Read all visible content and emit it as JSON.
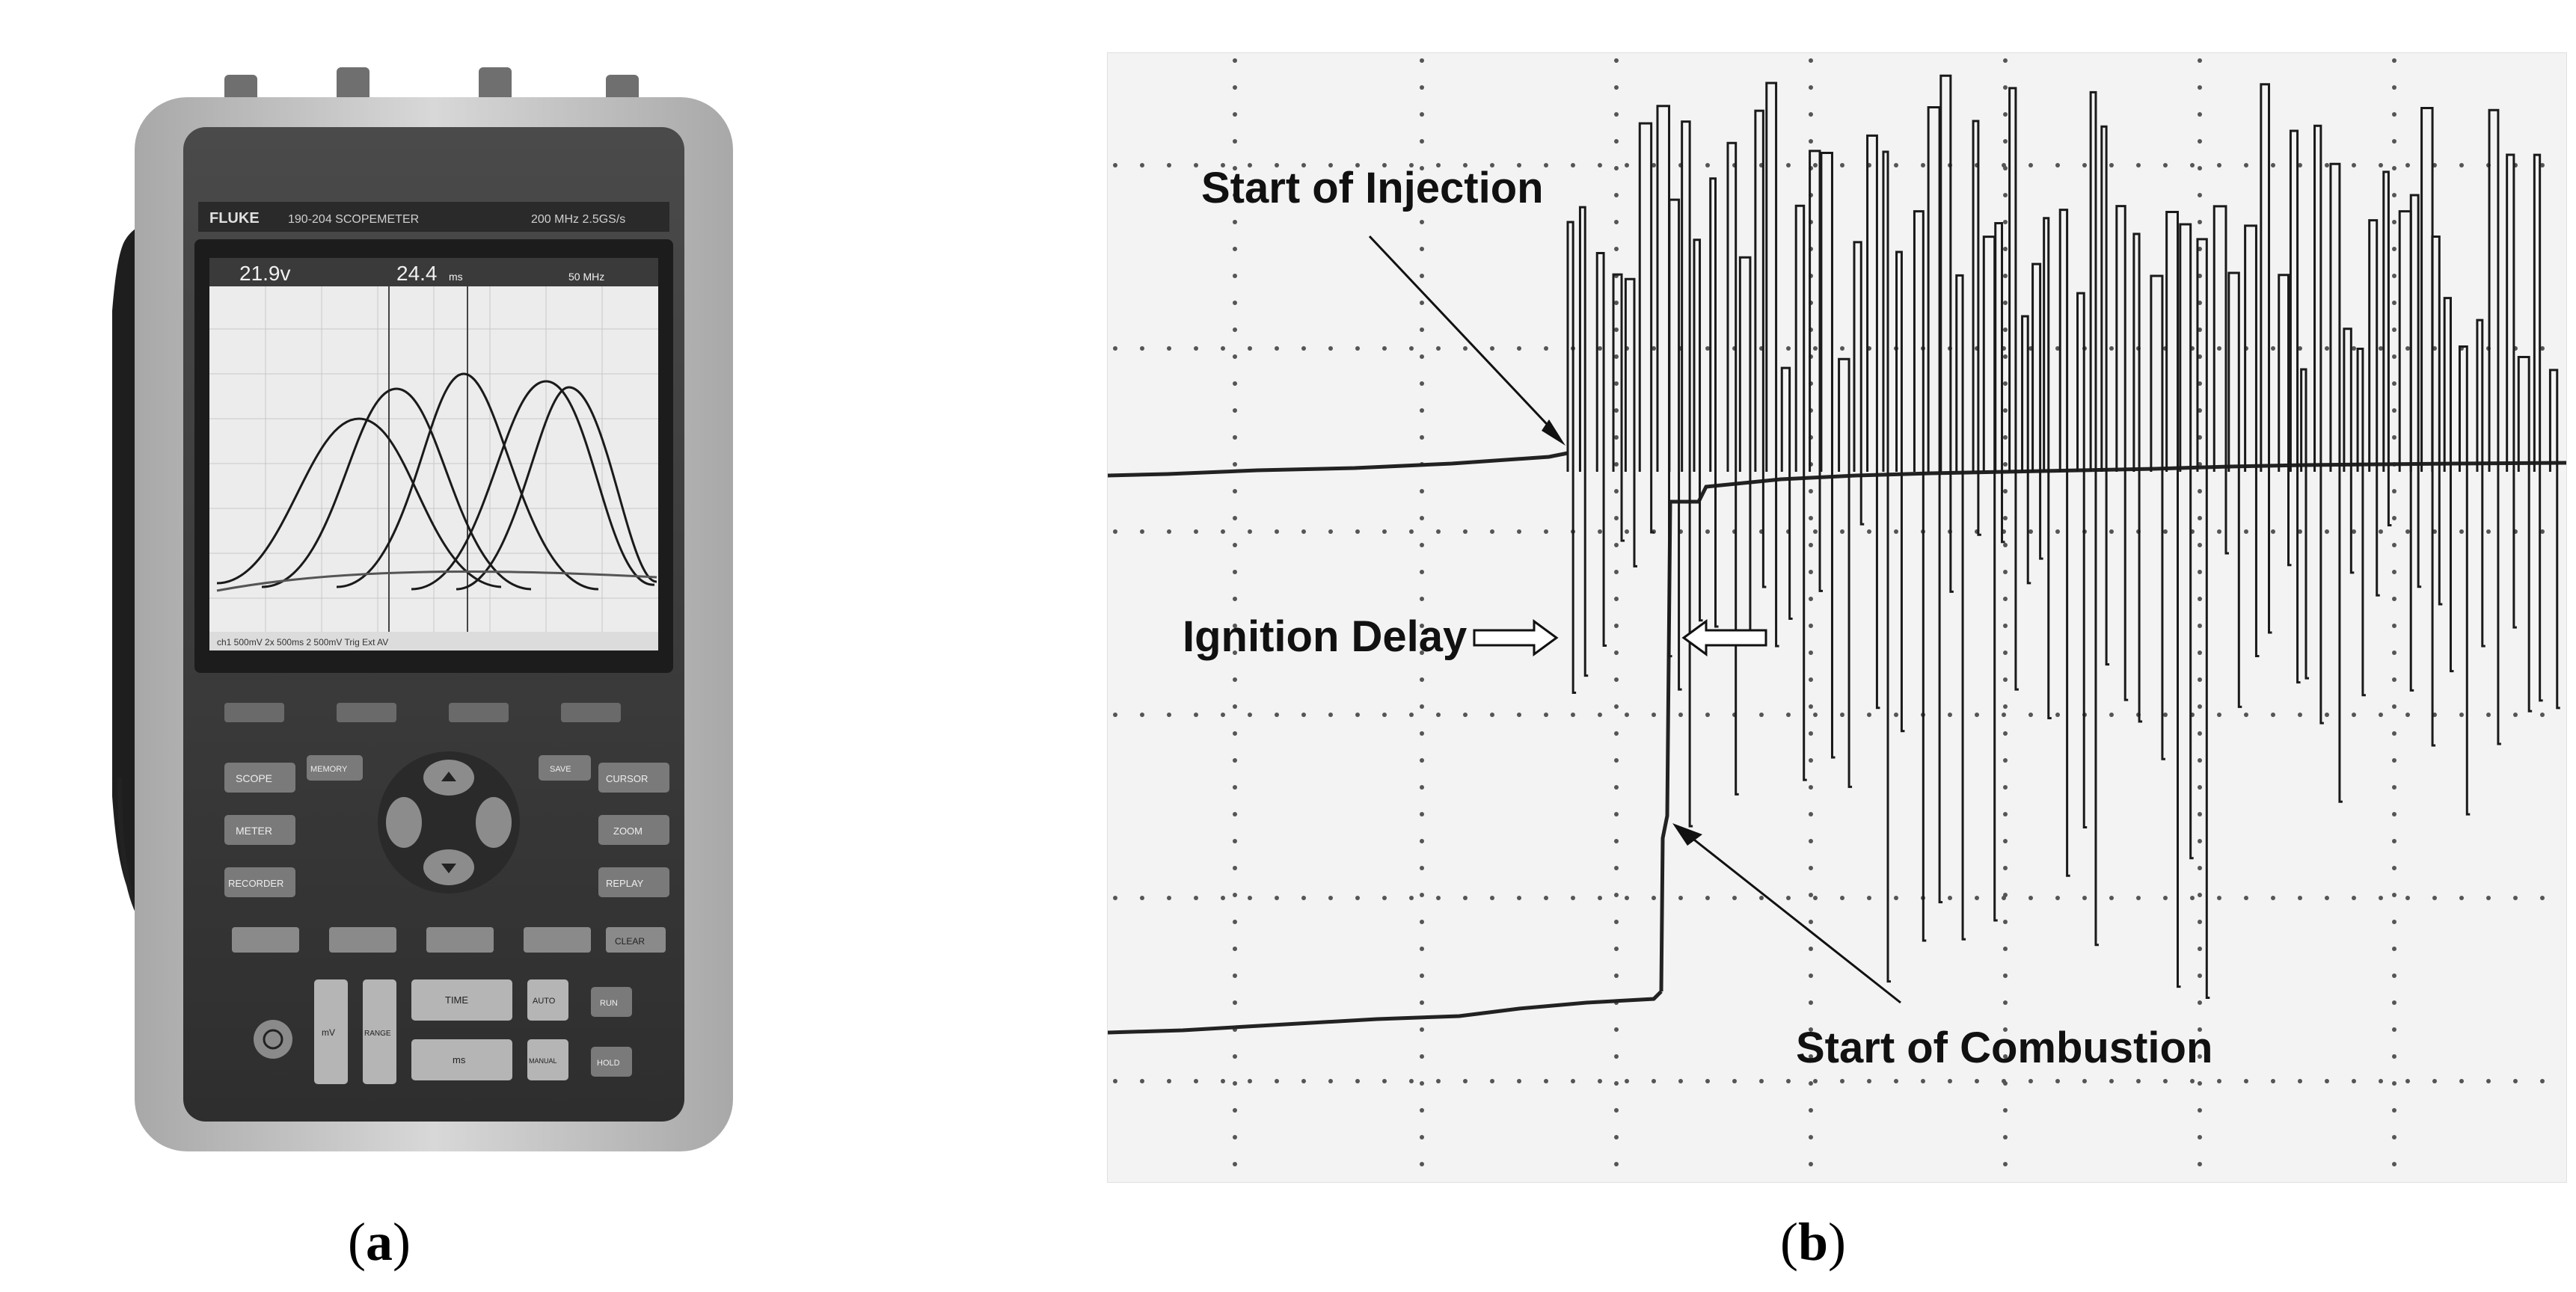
{
  "figure": {
    "panel_a": {
      "caption_open": "(",
      "caption_letter": "a",
      "caption_close": ")",
      "device_brand": "FLUKE",
      "device_model": "190-204 SCOPEMETER",
      "device_spec": "200 MHz 2.5GS/s",
      "screen_readout_1": "21.9v",
      "screen_readout_2": "24.4",
      "screen_readout_2_unit": "ms",
      "screen_readout_3": "50 MHz",
      "screen_footer": "ch1 500mV  2x 500ms  2 500mV  Trig  Ext  AV",
      "keys": {
        "scope": "SCOPE",
        "meter": "METER",
        "recorder": "RECORDER",
        "cursor": "CURSOR",
        "zoom": "ZOOM",
        "replay": "REPLAY",
        "memory": "MEMORY",
        "save": "SAVE",
        "clear": "CLEAR",
        "auto": "AUTO",
        "manual": "MANUAL",
        "run": "RUN",
        "hold": "HOLD",
        "mv": "mV",
        "range": "RANGE",
        "time": "TIME",
        "ms": "ms"
      }
    },
    "panel_b": {
      "caption_open": "(",
      "caption_letter": "b",
      "caption_close": ")",
      "annotations": {
        "start_of_injection": "Start of Injection",
        "ignition_delay": "Ignition Delay",
        "start_of_combustion": "Start of Combustion"
      }
    }
  },
  "colors": {
    "device_bezel": "#c9c9c9",
    "device_body": "#3c3c3c",
    "screen_bg": "#ececec",
    "trace": "#1a1a1a",
    "paper_bg": "#f3f3f3"
  }
}
